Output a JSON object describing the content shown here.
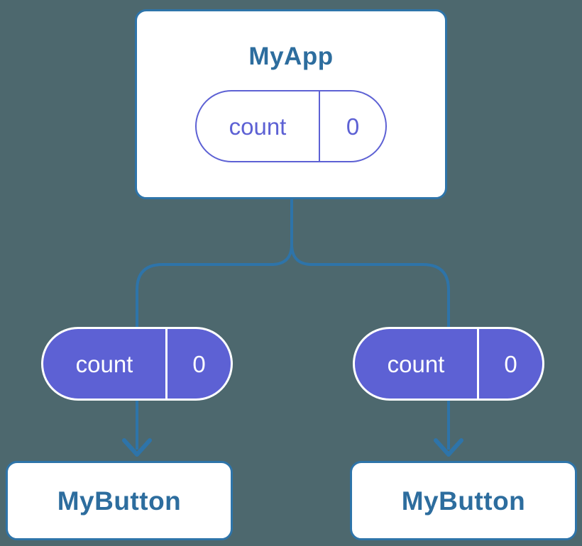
{
  "diagram": {
    "type": "component-tree",
    "root": {
      "title": "MyApp",
      "state": {
        "name": "count",
        "value": "0"
      }
    },
    "children": [
      {
        "state": {
          "name": "count",
          "value": "0"
        },
        "component": "MyButton"
      },
      {
        "state": {
          "name": "count",
          "value": "0"
        },
        "component": "MyButton"
      }
    ],
    "colors": {
      "background": "#4d686e",
      "connector_blue": "#2e74a9",
      "component_label_blue": "#2d6d9e",
      "state_purple": "#5d61d4",
      "card_white": "#ffffff"
    }
  }
}
